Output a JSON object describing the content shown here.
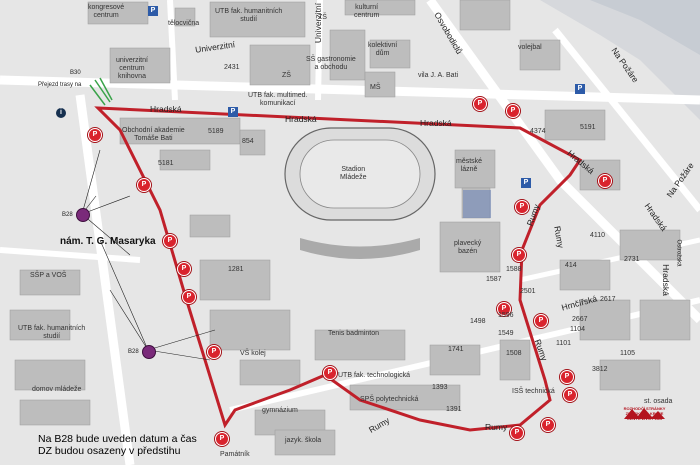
{
  "streets": {
    "hradska_1": "Hradská",
    "hradska_2": "Hradská",
    "hradska_3": "Hradská",
    "hradska_4": "Hradská",
    "hradska_5": "Hradská",
    "hradska_6": "Hradská",
    "univerzitni": "Univerzitní",
    "univerzitni_v": "Univerzitní",
    "osvobodiclu": "Osvobodiclů",
    "na_pozare_1": "Na Požáre",
    "na_pozare_2": "Na Požáre",
    "rumy_1": "Rumy",
    "rumy_2": "Rumy",
    "rumy_3": "Rumy",
    "rumy_4": "Rumy",
    "rumy_5": "Rumy",
    "hrncirska": "Hrnčířská",
    "ostrozska": "Ostrožská"
  },
  "places": {
    "kongresove": "kongresové\ncentrum",
    "telocvicna": "tělocvična",
    "utb_fak_hum_top": "UTB fak. humanitních\nstudií",
    "zs_top": "ZŠ",
    "kulturni": "kulturní\ncentrum",
    "univ_centrum": "univerzitní\ncentrum\nknihovna",
    "n2431": "2431",
    "zs_mid": "ZŠ",
    "ss_gastronomie": "SŠ gastronomie\na obchodu",
    "kolektivni": "kolektivní\ndům",
    "ms": "MŠ",
    "vila": "vila J. A. Bati",
    "volejbal": "volejbal",
    "utb_multimed": "UTB fak. multimed.\nkomunikací",
    "obchodni": "Obchodní akademie\nTomáše Bati",
    "n5189": "5189",
    "n854": "854",
    "stadion": "Stadion\nMládeže",
    "mestske_lazne": "městské\nlázně",
    "plavecky": "plavecký\nbazén",
    "n4374": "4374",
    "n5191": "5191",
    "namesti": "nám. T. G. Masaryka",
    "ssp": "SŠP a VOŠ",
    "n1281": "1281",
    "utb_fak_hum_left": "UTB fak. humanitních\nstudií",
    "vs_kolej": "VŠ kolej",
    "tenis": "Tenis badminton",
    "n1741": "1741",
    "domov": "domov mládeže",
    "utb_technologicka": "UTB fak. technologická",
    "ssp_polytech": "SPŠ polytechnická",
    "gymnazium": "gymnázium",
    "jazyk": "jazyk. škola",
    "pamatnik": "Památník",
    "n1393": "1393",
    "n1391": "1391",
    "iss": "ISŠ technická",
    "n414": "414",
    "n2731": "2731",
    "n1596": "1596",
    "n2667": "2667",
    "n1101": "1101",
    "osada": "st. osada",
    "n1508": "1508",
    "n1587": "1587",
    "n2617": "2617",
    "n1549": "1549",
    "n4110": "4110",
    "n2501": "2501",
    "n1104": "1104",
    "n1105": "1105",
    "n5181": "5181",
    "n3812": "3812",
    "n1498": "1498",
    "n1588": "1588"
  },
  "note": "Na B28 bude uveden datum a čas\nDZ budou osazeny v předstihu",
  "bus_labels": {
    "b1": "B28",
    "b2": "B28",
    "b3": "B30"
  },
  "corner_labels": {
    "cursor_tip": "Přejezd trasy na"
  },
  "logo_text": "ROZHODČÍ STRÁNKY\nZLÍNSKÉHO KRAJE\nČENTR ŽIVOT LIDÍ",
  "parking_letter": "P",
  "info_letter": "i",
  "colors": {
    "route": "#c0202a",
    "pin": "#d9232d",
    "bus": "#7a2a7a",
    "water": "#c9cdd4",
    "building": "#bdbdbd",
    "grass": "#d8d8d8"
  }
}
